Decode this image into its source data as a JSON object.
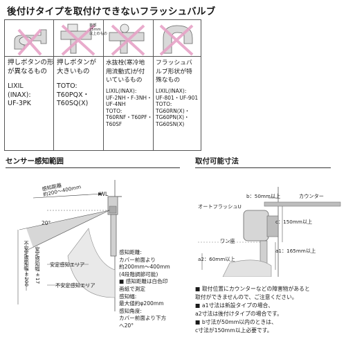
{
  "title": "後付けタイプを取付けできないフラッシュバルブ",
  "cells": [
    {
      "desc": [
        "押しボタンの形",
        "が異なるもの"
      ],
      "models": [
        "LIXIL",
        "(INAX):",
        "UF-3PK"
      ]
    },
    {
      "note": [
        "首部",
        "25mm",
        "以上のもの"
      ],
      "desc": [
        "押しボタンが",
        "大きいもの"
      ],
      "models": [
        "TOTO:",
        "T60PQX・",
        "T60SQ(X)"
      ]
    },
    {
      "desc": [
        "水抜栓(寒冷地",
        "用流動式)が付",
        "いているもの"
      ],
      "models": [
        "LIXIL(INAX):",
        "UF-2NH・F-3NH・",
        "UF-4NH",
        "TOTO:",
        "T60RNF・T60PF・",
        "T60SF"
      ]
    },
    {
      "desc": [
        "フラッシュバ",
        "ルブ形状が特",
        "殊なもの"
      ],
      "models": [
        "LIXIL(INAX):",
        "UF-801・UF-901",
        "TOTO:",
        "TG60RN(X)・",
        "TG60PN(X)・",
        "TG60SN(X)"
      ]
    }
  ],
  "sensor": {
    "heading": "センサー感知範囲",
    "wl": "WL",
    "detection_distance": [
      "感知距離",
      "約200〜400mm"
    ],
    "angle": "20°",
    "stable_area": "安定感知エリア",
    "unstable_area": "不安定感知エリア",
    "dim_stable": [
      "安定感知幅",
      "±17"
    ],
    "dim_unstable": [
      "不安定感知幅",
      "±200"
    ],
    "notes": [
      "感知距離:",
      "  カバー前面より",
      "  約200mm〜400mm",
      "  (4段階調節可能)",
      "■ 感知距離は白色印",
      "  画紙で測定",
      "感知幅:",
      "  最大値約φ200mm",
      "感知角度:",
      "  カバー前面より下方",
      "  へ20°"
    ]
  },
  "dimensions": {
    "heading": "取付可能寸法",
    "b_label": "b：50mm以上",
    "counter": "カウンター",
    "auto_flush": "オートフラッシュU",
    "c_label": "c：150mm以上",
    "wanza": "ワン座",
    "a1_label": "a1：165mm以上",
    "a2_label": "a2：60mm以上",
    "notes": [
      "■ 取付位置にカウンターなどの障害物があると",
      "  取付ができませんので、ご注意ください。",
      "■ a1寸法は新設タイプの場合、",
      "  a2寸法は後付けタイプの場合です。",
      "■ b寸法が50mm以内のときは、",
      "  c寸法が150mm以上必要です。"
    ]
  }
}
